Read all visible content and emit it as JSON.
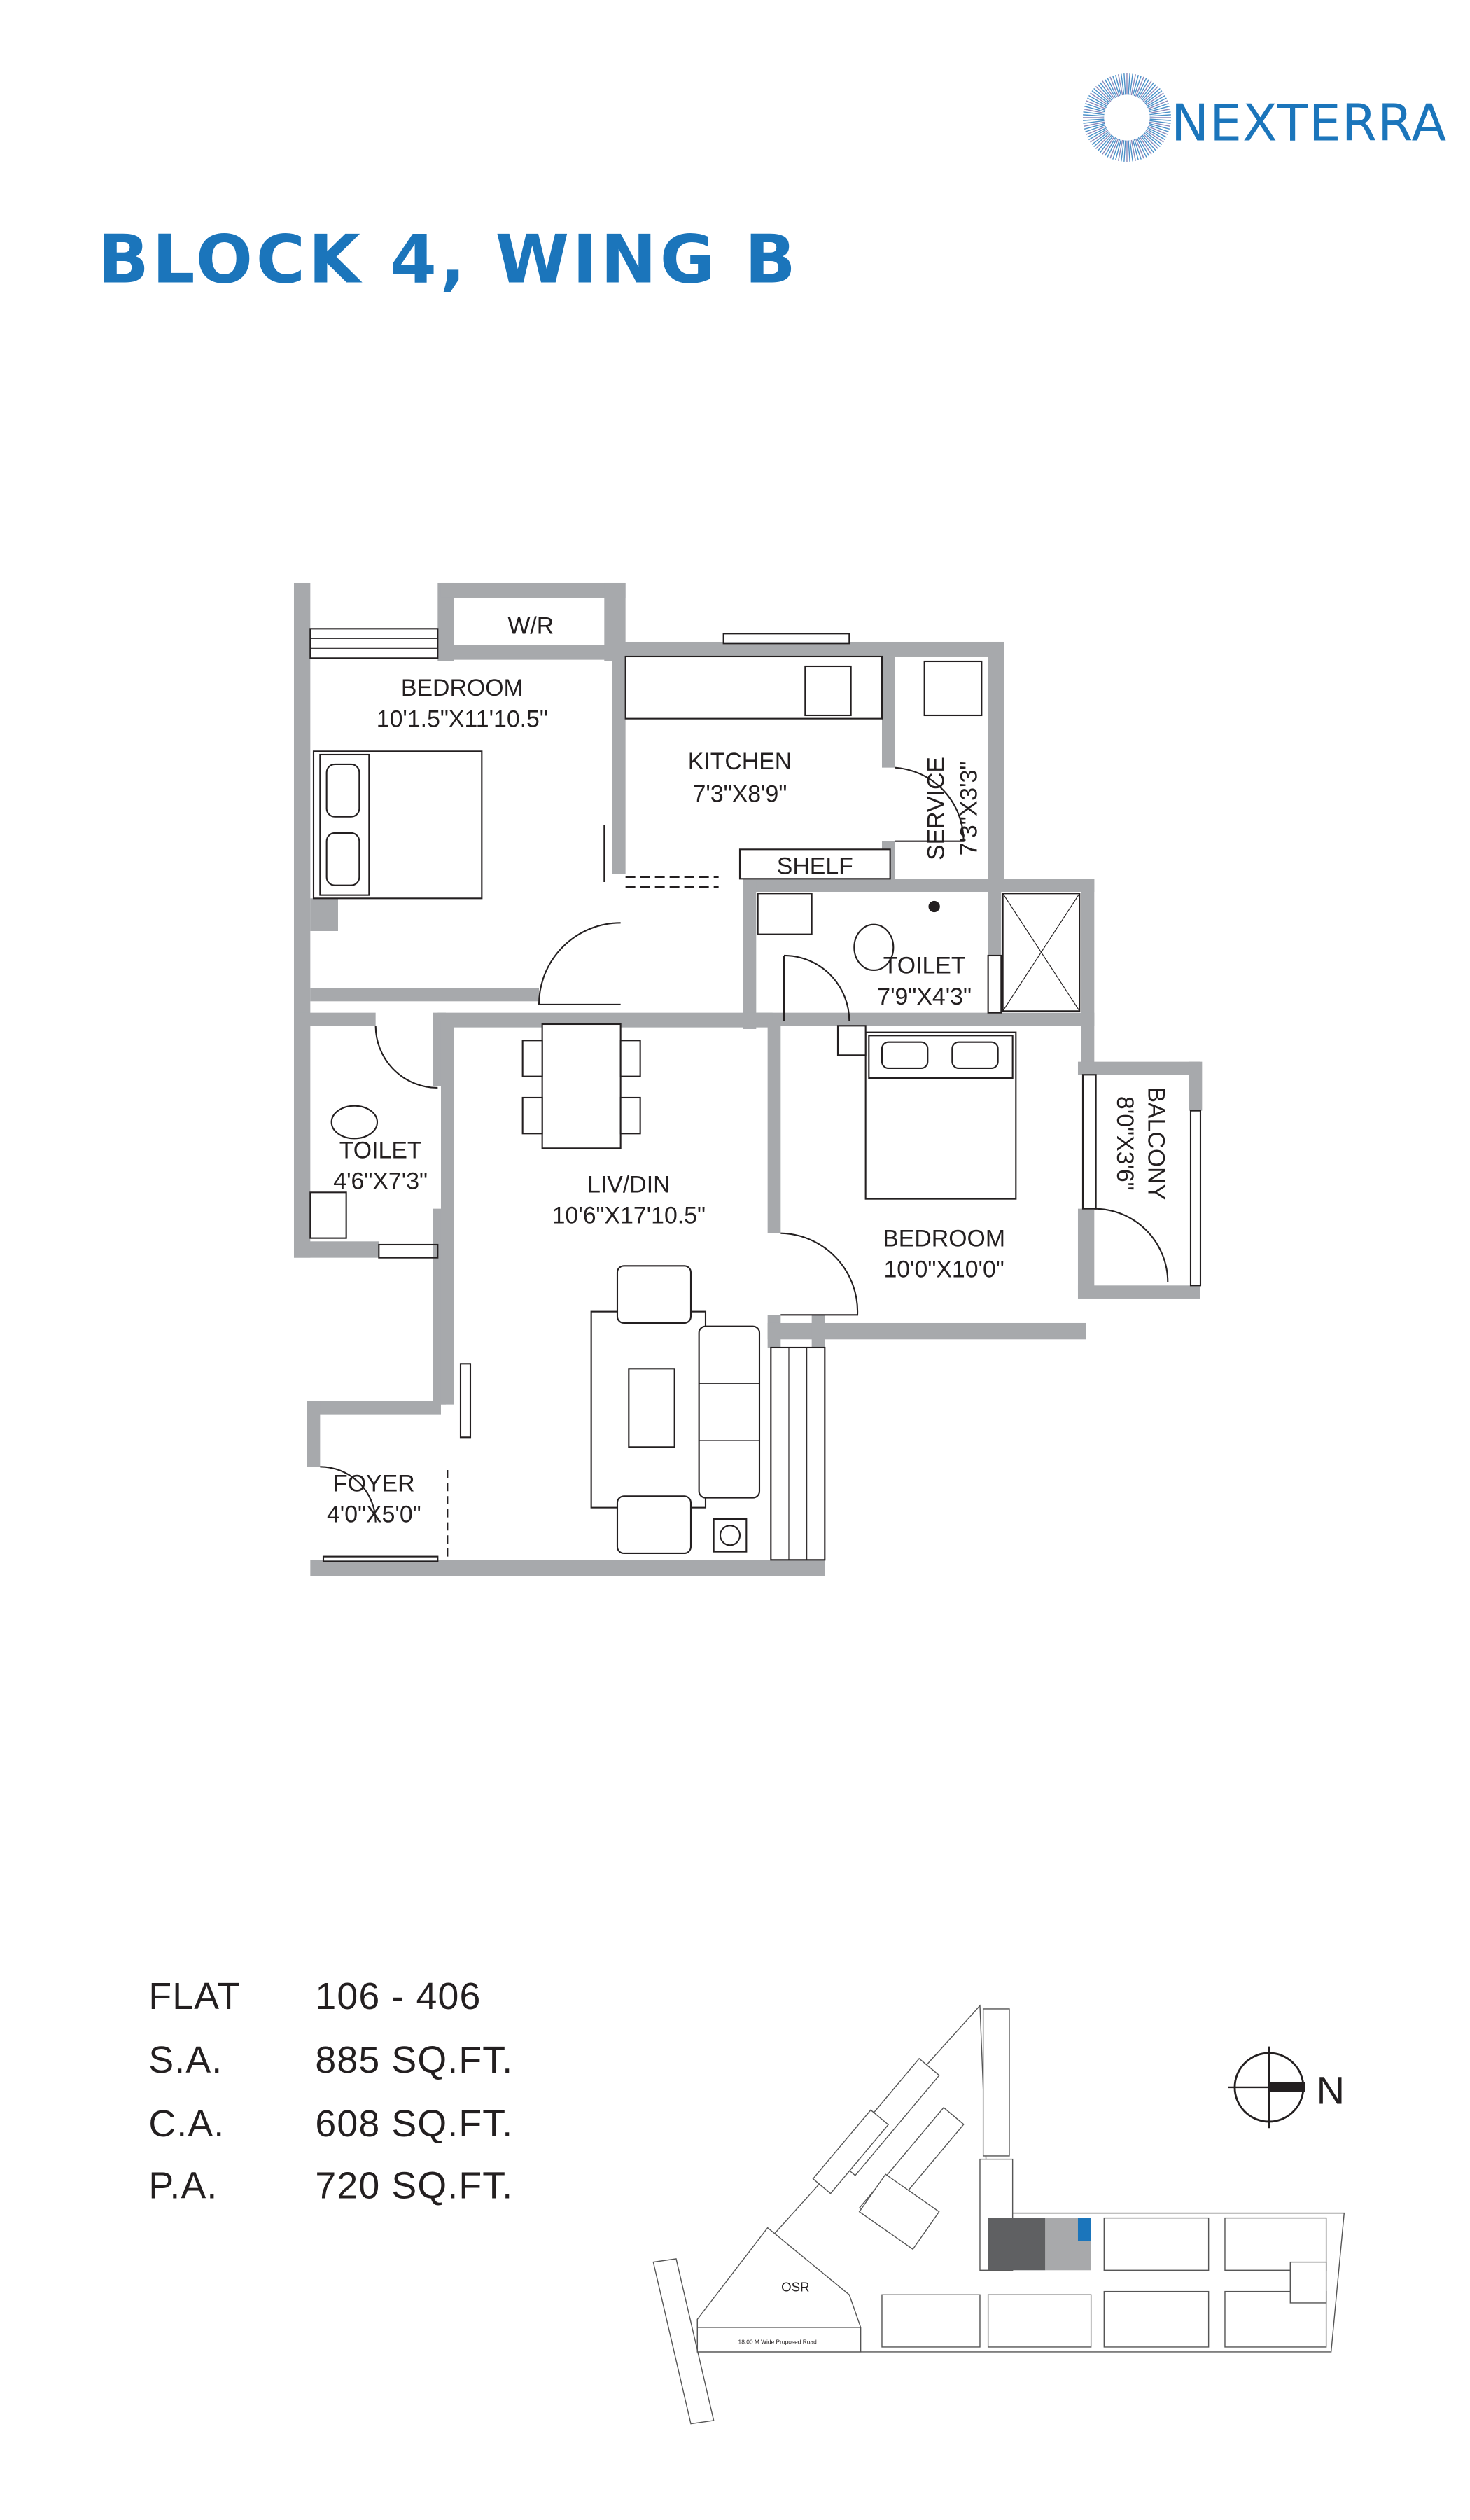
{
  "brand": {
    "name": "NEXTERRA",
    "color": "#1b75bb",
    "icon": "radial-sunburst-logo"
  },
  "header": {
    "title": "BLOCK 4, WING B"
  },
  "plan": {
    "rooms": [
      {
        "name": "BEDROOM",
        "size": "10'1.5\"X11'10.5\""
      },
      {
        "name": "W/R"
      },
      {
        "name": "KITCHEN",
        "size": "7'3\"X8'9\""
      },
      {
        "name": "SERVICE",
        "size": "7'3\"X3'3\""
      },
      {
        "name": "SHELF"
      },
      {
        "name": "TOILET",
        "size": "7'9\"X4'3\""
      },
      {
        "name": "TOILET",
        "size": "4'6\"X7'3\""
      },
      {
        "name": "LIV/DIN",
        "size": "10'6\"X17'10.5\""
      },
      {
        "name": "BEDROOM",
        "size": "10'0\"X10'0\""
      },
      {
        "name": "BALCONY",
        "size": "8'0\"X3'6\""
      },
      {
        "name": "FOYER",
        "size": "4'0\"X5'0\""
      }
    ],
    "wall_color": "#a7a9ac"
  },
  "specs": [
    {
      "label": "FLAT",
      "value": "106 - 406"
    },
    {
      "label": "S.A.",
      "value": "885 SQ.FT."
    },
    {
      "label": "C.A.",
      "value": "608 SQ.FT."
    },
    {
      "label": "P.A.",
      "value": "720 SQ.FT."
    }
  ],
  "site_plan": {
    "osr_label": "OSR",
    "road_label": "18.00 M Wide Proposed Road",
    "compass_label": "N",
    "highlight_colors": {
      "block": "#5f6062",
      "wing": "#a8a9ab",
      "flat": "#1b75bb"
    }
  }
}
